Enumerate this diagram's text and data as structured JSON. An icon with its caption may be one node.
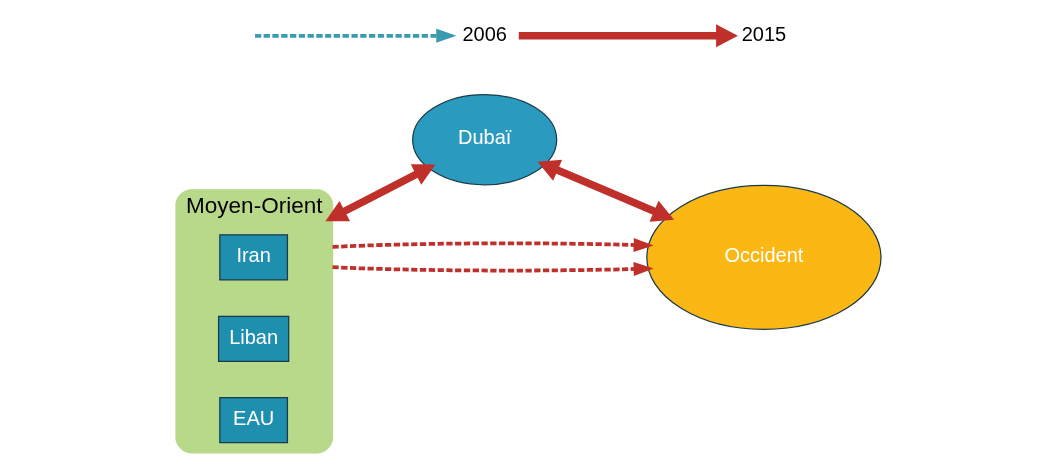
{
  "diagram": {
    "nodes": [
      {
        "text": [
          "Moyen-Orient"
        ]
      },
      {
        "text": [
          "Iran"
        ],
        "in": 0
      },
      {
        "text": [
          "Liban"
        ],
        "in": 0
      },
      {
        "text": [
          "EAU"
        ],
        "in": 0
      },
      {
        "text": [
          "Dubaï"
        ]
      },
      {
        "text": [
          "Occident"
        ]
      },
      {
        "text": [
          "2006"
        ]
      },
      {
        "text": [
          "2015"
        ]
      }
    ],
    "edges": [
      {
        "from": 0,
        "to": 4,
        "arrow": "both",
        "style": "thick"
      },
      {
        "from": 4,
        "to": 5,
        "arrow": "both",
        "style": "thick"
      },
      {
        "from": 0,
        "to": 5,
        "arrow": "to",
        "style": "dashed"
      },
      {
        "from": 0,
        "to": 5,
        "arrow": "to",
        "style": "dashed"
      },
      {
        "from": null,
        "to": 6,
        "arrow": "to",
        "style": "dashed",
        "color": "#3a9bb0"
      },
      {
        "from": 6,
        "to": 7,
        "arrow": "to",
        "style": "thick"
      }
    ]
  }
}
